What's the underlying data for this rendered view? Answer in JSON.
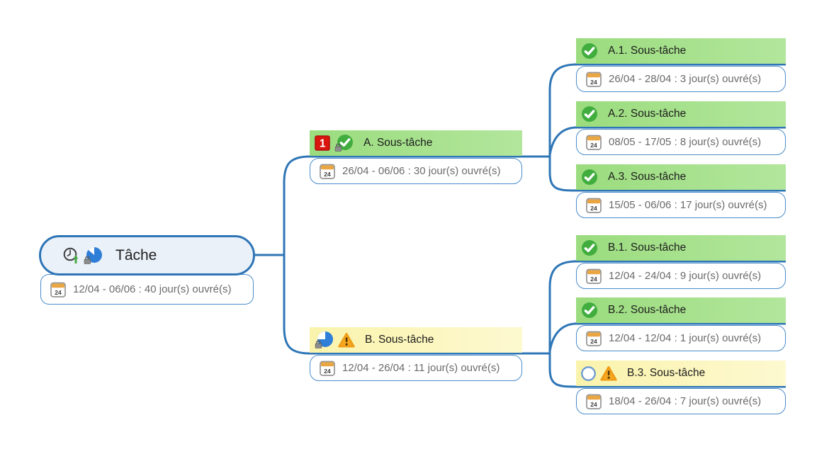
{
  "app": "mind-map-task-planner",
  "calendar_day": "24",
  "priority_badge": "1",
  "colors": {
    "connector_blue": "#2e76b6",
    "datebox_border_blue": "#4a8ccb",
    "done_green_bar": "#a6e08c",
    "warning_yellow_bar": "#fbf5b4",
    "root_fill": "#eaf1f8",
    "check_green": "#41ad3f",
    "priority_red": "#d9150e",
    "warning_orange": "#f6a81f",
    "pie_blue": "#2f7ed8",
    "title_text": "#1c1c1c",
    "date_text": "#6b6b6b"
  },
  "root": {
    "title": "Tâche",
    "icons": [
      "clock-up-icon",
      "pie-progress-locked-icon"
    ],
    "date_line": "12/04 - 06/06 : 40 jour(s) ouvré(s)"
  },
  "a": {
    "title": "A. Sous-tâche",
    "status": "done",
    "icons": [
      "priority-1-icon",
      "check-locked-icon"
    ],
    "date_line": "26/04 - 06/06 : 30 jour(s) ouvré(s)"
  },
  "a1": {
    "title": "A.1. Sous-tâche",
    "status": "done",
    "icons": [
      "check-icon"
    ],
    "date_line": "26/04 - 28/04 : 3 jour(s) ouvré(s)"
  },
  "a2": {
    "title": "A.2. Sous-tâche",
    "status": "done",
    "icons": [
      "check-icon"
    ],
    "date_line": "08/05 - 17/05 : 8 jour(s) ouvré(s)"
  },
  "a3": {
    "title": "A.3. Sous-tâche",
    "status": "done",
    "icons": [
      "check-icon"
    ],
    "date_line": "15/05 - 06/06 : 17 jour(s) ouvré(s)"
  },
  "b": {
    "title": "B. Sous-tâche",
    "status": "warning",
    "icons": [
      "pie-progress-locked-icon",
      "warning-icon"
    ],
    "date_line": "12/04 - 26/04 : 11 jour(s) ouvré(s)"
  },
  "b1": {
    "title": "B.1. Sous-tâche",
    "status": "done",
    "icons": [
      "check-icon"
    ],
    "date_line": "12/04 - 24/04 : 9 jour(s) ouvré(s)"
  },
  "b2": {
    "title": "B.2. Sous-tâche",
    "status": "done",
    "icons": [
      "check-icon"
    ],
    "date_line": "12/04 - 12/04 : 1 jour(s) ouvré(s)"
  },
  "b3": {
    "title": "B.3. Sous-tâche",
    "status": "not-started-warning",
    "icons": [
      "circle-empty-icon",
      "warning-icon"
    ],
    "date_line": "18/04 - 26/04 : 7 jour(s) ouvré(s)"
  }
}
